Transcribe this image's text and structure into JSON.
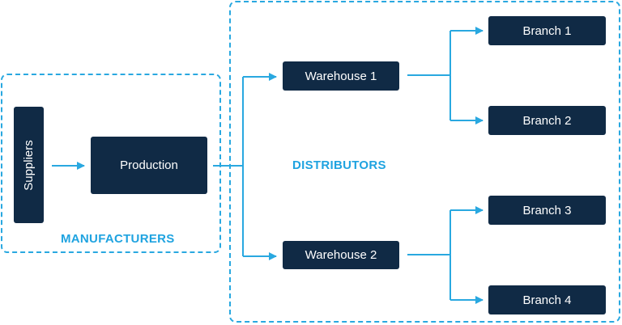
{
  "groups": {
    "manufacturers": "MANUFACTURERS",
    "distributors": "DISTRIBUTORS"
  },
  "nodes": {
    "suppliers": "Suppliers",
    "production": "Production",
    "warehouse_1": "Warehouse 1",
    "warehouse_2": "Warehouse 2",
    "branch_1": "Branch 1",
    "branch_2": "Branch 2",
    "branch_3": "Branch 3",
    "branch_4": "Branch 4"
  },
  "colors": {
    "node_fill": "#102a45",
    "accent": "#29a8e0",
    "node_text": "#ffffff"
  }
}
